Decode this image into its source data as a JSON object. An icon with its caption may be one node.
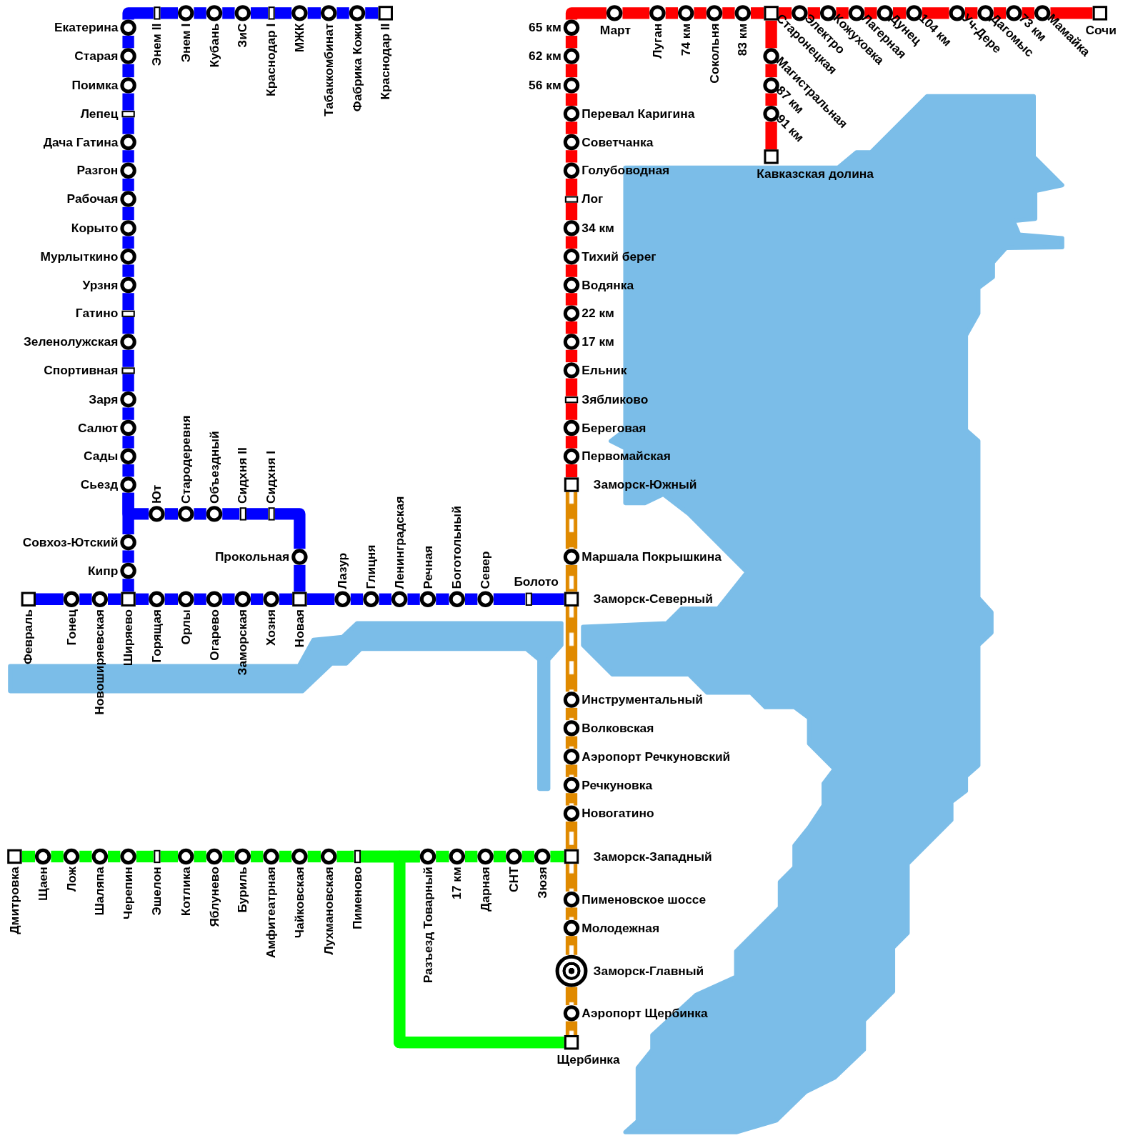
{
  "diagram": {
    "nodes": [
      {
        "text": [
          "Екатерина"
        ]
      },
      {
        "text": [
          "Старая"
        ]
      },
      {
        "text": [
          "Поимка"
        ]
      },
      {
        "text": [
          "Лепец"
        ]
      },
      {
        "text": [
          "Дача Гатина"
        ]
      },
      {
        "text": [
          "Разгон"
        ]
      },
      {
        "text": [
          "Рабочая"
        ]
      },
      {
        "text": [
          "Корыто"
        ]
      },
      {
        "text": [
          "Мурлыткино"
        ]
      },
      {
        "text": [
          "Урзня"
        ]
      },
      {
        "text": [
          "Гатино"
        ]
      },
      {
        "text": [
          "Зеленолужская"
        ]
      },
      {
        "text": [
          "Спортивная"
        ]
      },
      {
        "text": [
          "Заря"
        ]
      },
      {
        "text": [
          "Салют"
        ]
      },
      {
        "text": [
          "Сады"
        ]
      },
      {
        "text": [
          "Сьезд"
        ]
      },
      {
        "text": [
          "Совхоз-Ютский"
        ]
      },
      {
        "text": [
          "Кипр"
        ]
      },
      {
        "text": [
          "Ширяево"
        ]
      },
      {
        "text": [
          "Энем II"
        ]
      },
      {
        "text": [
          "Энем I"
        ]
      },
      {
        "text": [
          "Кубань"
        ]
      },
      {
        "text": [
          "ЗиС"
        ]
      },
      {
        "text": [
          "Краснодар I"
        ]
      },
      {
        "text": [
          "МЖК"
        ]
      },
      {
        "text": [
          "Табаккомбинат"
        ]
      },
      {
        "text": [
          "Фабрика Кожи"
        ]
      },
      {
        "text": [
          "Краснодар II"
        ]
      },
      {
        "text": [
          "Ют"
        ]
      },
      {
        "text": [
          "Стародеревня"
        ]
      },
      {
        "text": [
          "Объездный"
        ]
      },
      {
        "text": [
          "Сидхня II"
        ]
      },
      {
        "text": [
          "Сидхня I"
        ]
      },
      {
        "text": [
          "Прокольная"
        ]
      },
      {
        "text": [
          "Новая"
        ]
      },
      {
        "text": [
          "Февраль"
        ]
      },
      {
        "text": [
          "Гонец"
        ]
      },
      {
        "text": [
          "Новоширяевская"
        ]
      },
      {
        "text": [
          "Горящая"
        ]
      },
      {
        "text": [
          "Орлы"
        ]
      },
      {
        "text": [
          "Огарево"
        ]
      },
      {
        "text": [
          "Заморская"
        ]
      },
      {
        "text": [
          "Хозня"
        ]
      },
      {
        "text": [
          "Лазур"
        ]
      },
      {
        "text": [
          "Глицня"
        ]
      },
      {
        "text": [
          "Ленинградская"
        ]
      },
      {
        "text": [
          "Речная"
        ]
      },
      {
        "text": [
          "Боготольный"
        ]
      },
      {
        "text": [
          "Север"
        ]
      },
      {
        "text": [
          "Болото"
        ]
      },
      {
        "text": [
          "65 км"
        ]
      },
      {
        "text": [
          "62 км"
        ]
      },
      {
        "text": [
          "56 км"
        ]
      },
      {
        "text": [
          "Перевал Каригина"
        ]
      },
      {
        "text": [
          "Советчанка"
        ]
      },
      {
        "text": [
          "Голубоводная"
        ]
      },
      {
        "text": [
          "Лог"
        ]
      },
      {
        "text": [
          "34 км"
        ]
      },
      {
        "text": [
          "Тихий берег"
        ]
      },
      {
        "text": [
          "Водянка"
        ]
      },
      {
        "text": [
          "22 км"
        ]
      },
      {
        "text": [
          "17 км"
        ]
      },
      {
        "text": [
          "Ельник"
        ]
      },
      {
        "text": [
          "Зябликово"
        ]
      },
      {
        "text": [
          "Береговая"
        ]
      },
      {
        "text": [
          "Первомайская"
        ]
      },
      {
        "text": [
          "Заморск-Южный"
        ]
      },
      {
        "text": [
          "Март"
        ]
      },
      {
        "text": [
          "Луган"
        ]
      },
      {
        "text": [
          "74 км"
        ]
      },
      {
        "text": [
          "Сокольня"
        ]
      },
      {
        "text": [
          "83 км"
        ]
      },
      {
        "text": [
          "Старонецкая"
        ]
      },
      {
        "text": [
          "Электро"
        ]
      },
      {
        "text": [
          "Кожуховка"
        ]
      },
      {
        "text": [
          "Лагерная"
        ]
      },
      {
        "text": [
          "Дунец"
        ]
      },
      {
        "text": [
          "104 км"
        ]
      },
      {
        "text": [
          "Уч-Дере"
        ]
      },
      {
        "text": [
          "Дагомыс"
        ]
      },
      {
        "text": [
          "73 км"
        ]
      },
      {
        "text": [
          "Мамайка"
        ]
      },
      {
        "text": [
          "Сочи"
        ]
      },
      {
        "text": [
          "Магистральная"
        ]
      },
      {
        "text": [
          "87 км"
        ]
      },
      {
        "text": [
          "91 км"
        ]
      },
      {
        "text": [
          "Кавказская долина"
        ]
      },
      {
        "text": [
          "Маршала Покрышкина"
        ]
      },
      {
        "text": [
          "Заморск-Северный"
        ]
      },
      {
        "text": [
          "Инструментальный"
        ]
      },
      {
        "text": [
          "Волковская"
        ]
      },
      {
        "text": [
          "Аэропорт Речкуновский"
        ]
      },
      {
        "text": [
          "Речкуновка"
        ]
      },
      {
        "text": [
          "Новогатино"
        ]
      },
      {
        "text": [
          "Заморск-Западный"
        ]
      },
      {
        "text": [
          "Пименовское шоссе"
        ]
      },
      {
        "text": [
          "Молодежная"
        ]
      },
      {
        "text": [
          "Заморск-Главный"
        ]
      },
      {
        "text": [
          "Аэропорт Щербинка"
        ]
      },
      {
        "text": [
          "Щербинка"
        ]
      },
      {
        "text": [
          "Дмитровка"
        ]
      },
      {
        "text": [
          "Щаен"
        ]
      },
      {
        "text": [
          "Лож"
        ]
      },
      {
        "text": [
          "Шаляпа"
        ]
      },
      {
        "text": [
          "Черепин"
        ]
      },
      {
        "text": [
          "Эшелон"
        ]
      },
      {
        "text": [
          "Котлика"
        ]
      },
      {
        "text": [
          "Яблунево"
        ]
      },
      {
        "text": [
          "Буриль"
        ]
      },
      {
        "text": [
          "Амфитеатрная"
        ]
      },
      {
        "text": [
          "Чайковская"
        ]
      },
      {
        "text": [
          "Лухмановская"
        ]
      },
      {
        "text": [
          "Пименово"
        ]
      },
      {
        "text": [
          "Разъезд Товарный"
        ]
      },
      {
        "text": [
          "17 км"
        ]
      },
      {
        "text": [
          "Дарная"
        ]
      },
      {
        "text": [
          "СНТ"
        ]
      },
      {
        "text": [
          "Зюзя"
        ]
      }
    ],
    "edges": [
      {
        "from": 0,
        "to": 1,
        "arrow": "none"
      },
      {
        "from": 1,
        "to": 2,
        "arrow": "none"
      },
      {
        "from": 2,
        "to": 3,
        "arrow": "none"
      },
      {
        "from": 3,
        "to": 4,
        "arrow": "none"
      },
      {
        "from": 4,
        "to": 5,
        "arrow": "none"
      },
      {
        "from": 5,
        "to": 6,
        "arrow": "none"
      },
      {
        "from": 6,
        "to": 7,
        "arrow": "none"
      },
      {
        "from": 7,
        "to": 8,
        "arrow": "none"
      },
      {
        "from": 8,
        "to": 9,
        "arrow": "none"
      },
      {
        "from": 9,
        "to": 10,
        "arrow": "none"
      },
      {
        "from": 10,
        "to": 11,
        "arrow": "none"
      },
      {
        "from": 11,
        "to": 12,
        "arrow": "none"
      },
      {
        "from": 12,
        "to": 13,
        "arrow": "none"
      },
      {
        "from": 13,
        "to": 14,
        "arrow": "none"
      },
      {
        "from": 14,
        "to": 15,
        "arrow": "none"
      },
      {
        "from": 15,
        "to": 16,
        "arrow": "none"
      },
      {
        "from": 16,
        "to": 17,
        "arrow": "none"
      },
      {
        "from": 17,
        "to": 18,
        "arrow": "none"
      },
      {
        "from": 18,
        "to": 19,
        "arrow": "none"
      },
      {
        "from": 0,
        "to": 20,
        "arrow": "none"
      },
      {
        "from": 20,
        "to": 21,
        "arrow": "none"
      },
      {
        "from": 21,
        "to": 22,
        "arrow": "none"
      },
      {
        "from": 22,
        "to": 23,
        "arrow": "none"
      },
      {
        "from": 23,
        "to": 24,
        "arrow": "none"
      },
      {
        "from": 24,
        "to": 25,
        "arrow": "none"
      },
      {
        "from": 25,
        "to": 26,
        "arrow": "none"
      },
      {
        "from": 26,
        "to": 27,
        "arrow": "none"
      },
      {
        "from": 27,
        "to": 28,
        "arrow": "none"
      },
      {
        "from": 16,
        "to": 29,
        "arrow": "none"
      },
      {
        "from": 29,
        "to": 30,
        "arrow": "none"
      },
      {
        "from": 30,
        "to": 31,
        "arrow": "none"
      },
      {
        "from": 31,
        "to": 32,
        "arrow": "none"
      },
      {
        "from": 32,
        "to": 33,
        "arrow": "none"
      },
      {
        "from": 33,
        "to": 34,
        "arrow": "none"
      },
      {
        "from": 34,
        "to": 35,
        "arrow": "none"
      },
      {
        "from": 36,
        "to": 37,
        "arrow": "none"
      },
      {
        "from": 37,
        "to": 38,
        "arrow": "none"
      },
      {
        "from": 38,
        "to": 19,
        "arrow": "none"
      },
      {
        "from": 19,
        "to": 39,
        "arrow": "none"
      },
      {
        "from": 39,
        "to": 40,
        "arrow": "none"
      },
      {
        "from": 40,
        "to": 41,
        "arrow": "none"
      },
      {
        "from": 41,
        "to": 42,
        "arrow": "none"
      },
      {
        "from": 42,
        "to": 43,
        "arrow": "none"
      },
      {
        "from": 43,
        "to": 35,
        "arrow": "none"
      },
      {
        "from": 35,
        "to": 44,
        "arrow": "none"
      },
      {
        "from": 44,
        "to": 45,
        "arrow": "none"
      },
      {
        "from": 45,
        "to": 46,
        "arrow": "none"
      },
      {
        "from": 46,
        "to": 47,
        "arrow": "none"
      },
      {
        "from": 47,
        "to": 48,
        "arrow": "none"
      },
      {
        "from": 48,
        "to": 49,
        "arrow": "none"
      },
      {
        "from": 49,
        "to": 50,
        "arrow": "none"
      },
      {
        "from": 50,
        "to": 89,
        "arrow": "none"
      },
      {
        "from": 51,
        "to": 52,
        "arrow": "none",
        "color": "#ff0000"
      },
      {
        "from": 52,
        "to": 53,
        "arrow": "none",
        "color": "#ff0000"
      },
      {
        "from": 53,
        "to": 54,
        "arrow": "none",
        "color": "#ff0000"
      },
      {
        "from": 54,
        "to": 55,
        "arrow": "none",
        "color": "#ff0000"
      },
      {
        "from": 55,
        "to": 56,
        "arrow": "none",
        "color": "#ff0000"
      },
      {
        "from": 56,
        "to": 57,
        "arrow": "none",
        "color": "#ff0000"
      },
      {
        "from": 57,
        "to": 58,
        "arrow": "none",
        "color": "#ff0000"
      },
      {
        "from": 58,
        "to": 59,
        "arrow": "none",
        "color": "#ff0000"
      },
      {
        "from": 59,
        "to": 60,
        "arrow": "none",
        "color": "#ff0000"
      },
      {
        "from": 60,
        "to": 61,
        "arrow": "none",
        "color": "#ff0000"
      },
      {
        "from": 61,
        "to": 62,
        "arrow": "none",
        "color": "#ff0000"
      },
      {
        "from": 62,
        "to": 63,
        "arrow": "none",
        "color": "#ff0000"
      },
      {
        "from": 63,
        "to": 64,
        "arrow": "none",
        "color": "#ff0000"
      },
      {
        "from": 64,
        "to": 65,
        "arrow": "none",
        "color": "#ff0000"
      },
      {
        "from": 65,
        "to": 66,
        "arrow": "none",
        "color": "#ff0000"
      },
      {
        "from": 66,
        "to": 67,
        "arrow": "none",
        "color": "#ff0000"
      },
      {
        "from": 51,
        "to": 68,
        "arrow": "none",
        "color": "#ff0000"
      },
      {
        "from": 68,
        "to": 69,
        "arrow": "none",
        "color": "#ff0000"
      },
      {
        "from": 69,
        "to": 70,
        "arrow": "none",
        "color": "#ff0000"
      },
      {
        "from": 70,
        "to": 71,
        "arrow": "none",
        "color": "#ff0000"
      },
      {
        "from": 71,
        "to": 72,
        "arrow": "none",
        "color": "#ff0000"
      },
      {
        "from": 72,
        "to": 73,
        "arrow": "none",
        "color": "#ff0000"
      },
      {
        "from": 73,
        "to": 74,
        "arrow": "none",
        "color": "#ff0000"
      },
      {
        "from": 74,
        "to": 75,
        "arrow": "none",
        "color": "#ff0000"
      },
      {
        "from": 75,
        "to": 76,
        "arrow": "none",
        "color": "#ff0000"
      },
      {
        "from": 76,
        "to": 77,
        "arrow": "none",
        "color": "#ff0000"
      },
      {
        "from": 77,
        "to": 78,
        "arrow": "none",
        "color": "#ff0000"
      },
      {
        "from": 78,
        "to": 79,
        "arrow": "none",
        "color": "#ff0000"
      },
      {
        "from": 79,
        "to": 80,
        "arrow": "none",
        "color": "#ff0000"
      },
      {
        "from": 80,
        "to": 81,
        "arrow": "none",
        "color": "#ff0000"
      },
      {
        "from": 81,
        "to": 82,
        "arrow": "none",
        "color": "#ff0000"
      },
      {
        "from": 82,
        "to": 83,
        "arrow": "none",
        "color": "#ff0000"
      },
      {
        "from": 73,
        "to": 84,
        "arrow": "none",
        "color": "#ff0000"
      },
      {
        "from": 84,
        "to": 85,
        "arrow": "none",
        "color": "#ff0000"
      },
      {
        "from": 85,
        "to": 86,
        "arrow": "none",
        "color": "#ff0000"
      },
      {
        "from": 86,
        "to": 87,
        "arrow": "none",
        "color": "#ff0000"
      },
      {
        "from": 67,
        "to": 88,
        "arrow": "none",
        "style": "dashed",
        "color": "#e08a00"
      },
      {
        "from": 88,
        "to": 89,
        "arrow": "none",
        "style": "dashed",
        "color": "#e08a00"
      },
      {
        "from": 89,
        "to": 90,
        "arrow": "none",
        "style": "dashed",
        "color": "#e08a00"
      },
      {
        "from": 90,
        "to": 91,
        "arrow": "none",
        "style": "dashed",
        "color": "#e08a00"
      },
      {
        "from": 91,
        "to": 92,
        "arrow": "none",
        "style": "dashed",
        "color": "#e08a00"
      },
      {
        "from": 92,
        "to": 93,
        "arrow": "none",
        "style": "dashed",
        "color": "#e08a00"
      },
      {
        "from": 93,
        "to": 94,
        "arrow": "none",
        "style": "dashed",
        "color": "#e08a00"
      },
      {
        "from": 94,
        "to": 95,
        "arrow": "none",
        "style": "dashed",
        "color": "#e08a00"
      },
      {
        "from": 95,
        "to": 96,
        "arrow": "none",
        "style": "dashed",
        "color": "#e08a00"
      },
      {
        "from": 96,
        "to": 97,
        "arrow": "none",
        "style": "dashed",
        "color": "#e08a00"
      },
      {
        "from": 97,
        "to": 98,
        "arrow": "none",
        "style": "dashed",
        "color": "#e08a00"
      },
      {
        "from": 98,
        "to": 99,
        "arrow": "none",
        "style": "dashed",
        "color": "#e08a00"
      },
      {
        "from": 99,
        "to": 100,
        "arrow": "none",
        "style": "dashed",
        "color": "#e08a00"
      },
      {
        "from": 101,
        "to": 102,
        "arrow": "none",
        "color": "#00ff00"
      },
      {
        "from": 102,
        "to": 103,
        "arrow": "none",
        "color": "#00ff00"
      },
      {
        "from": 103,
        "to": 104,
        "arrow": "none",
        "color": "#00ff00"
      },
      {
        "from": 104,
        "to": 105,
        "arrow": "none",
        "color": "#00ff00"
      },
      {
        "from": 105,
        "to": 106,
        "arrow": "none",
        "color": "#00ff00"
      },
      {
        "from": 106,
        "to": 107,
        "arrow": "none",
        "color": "#00ff00"
      },
      {
        "from": 107,
        "to": 108,
        "arrow": "none",
        "color": "#00ff00"
      },
      {
        "from": 108,
        "to": 109,
        "arrow": "none",
        "color": "#00ff00"
      },
      {
        "from": 109,
        "to": 110,
        "arrow": "none",
        "color": "#00ff00"
      },
      {
        "from": 110,
        "to": 111,
        "arrow": "none",
        "color": "#00ff00"
      },
      {
        "from": 111,
        "to": 112,
        "arrow": "none",
        "color": "#00ff00"
      },
      {
        "from": 112,
        "to": 113,
        "arrow": "none",
        "color": "#00ff00"
      },
      {
        "from": 113,
        "to": 114,
        "arrow": "none",
        "color": "#00ff00"
      },
      {
        "from": 113,
        "to": 100,
        "arrow": "none",
        "color": "#00ff00"
      },
      {
        "from": 114,
        "to": 100,
        "arrow": "none",
        "color": "#00ff00"
      },
      {
        "from": 114,
        "to": 115,
        "arrow": "none",
        "color": "#00ff00"
      },
      {
        "from": 115,
        "to": 116,
        "arrow": "none",
        "color": "#00ff00"
      },
      {
        "from": 116,
        "to": 117,
        "arrow": "none",
        "color": "#00ff00"
      },
      {
        "from": 117,
        "to": 118,
        "arrow": "none",
        "color": "#00ff00"
      },
      {
        "from": 118,
        "to": 95,
        "arrow": "none",
        "color": "#00ff00"
      }
    ]
  }
}
